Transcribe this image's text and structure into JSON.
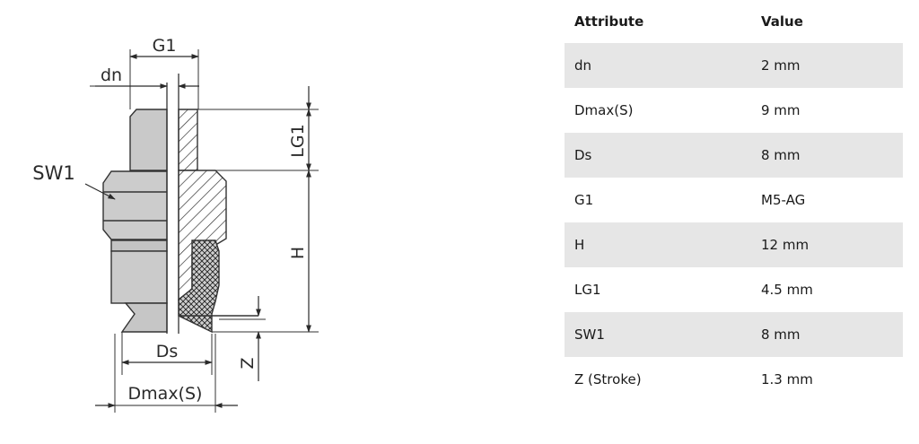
{
  "drawing": {
    "labels": {
      "g1": "G1",
      "dn": "dn",
      "sw1": "SW1",
      "lg1": "LG1",
      "h": "H",
      "ds": "Ds",
      "z": "Z",
      "dmax": "Dmax(S)"
    }
  },
  "table": {
    "headers": {
      "attribute": "Attribute",
      "value": "Value"
    },
    "rows": [
      {
        "attribute": "dn",
        "value": "2 mm"
      },
      {
        "attribute": "Dmax(S)",
        "value": "9 mm"
      },
      {
        "attribute": "Ds",
        "value": "8 mm"
      },
      {
        "attribute": "G1",
        "value": "M5-AG"
      },
      {
        "attribute": "H",
        "value": "12 mm"
      },
      {
        "attribute": "LG1",
        "value": "4.5 mm"
      },
      {
        "attribute": "SW1",
        "value": "8 mm"
      },
      {
        "attribute": "Z (Stroke)",
        "value": "1.3 mm"
      }
    ]
  }
}
